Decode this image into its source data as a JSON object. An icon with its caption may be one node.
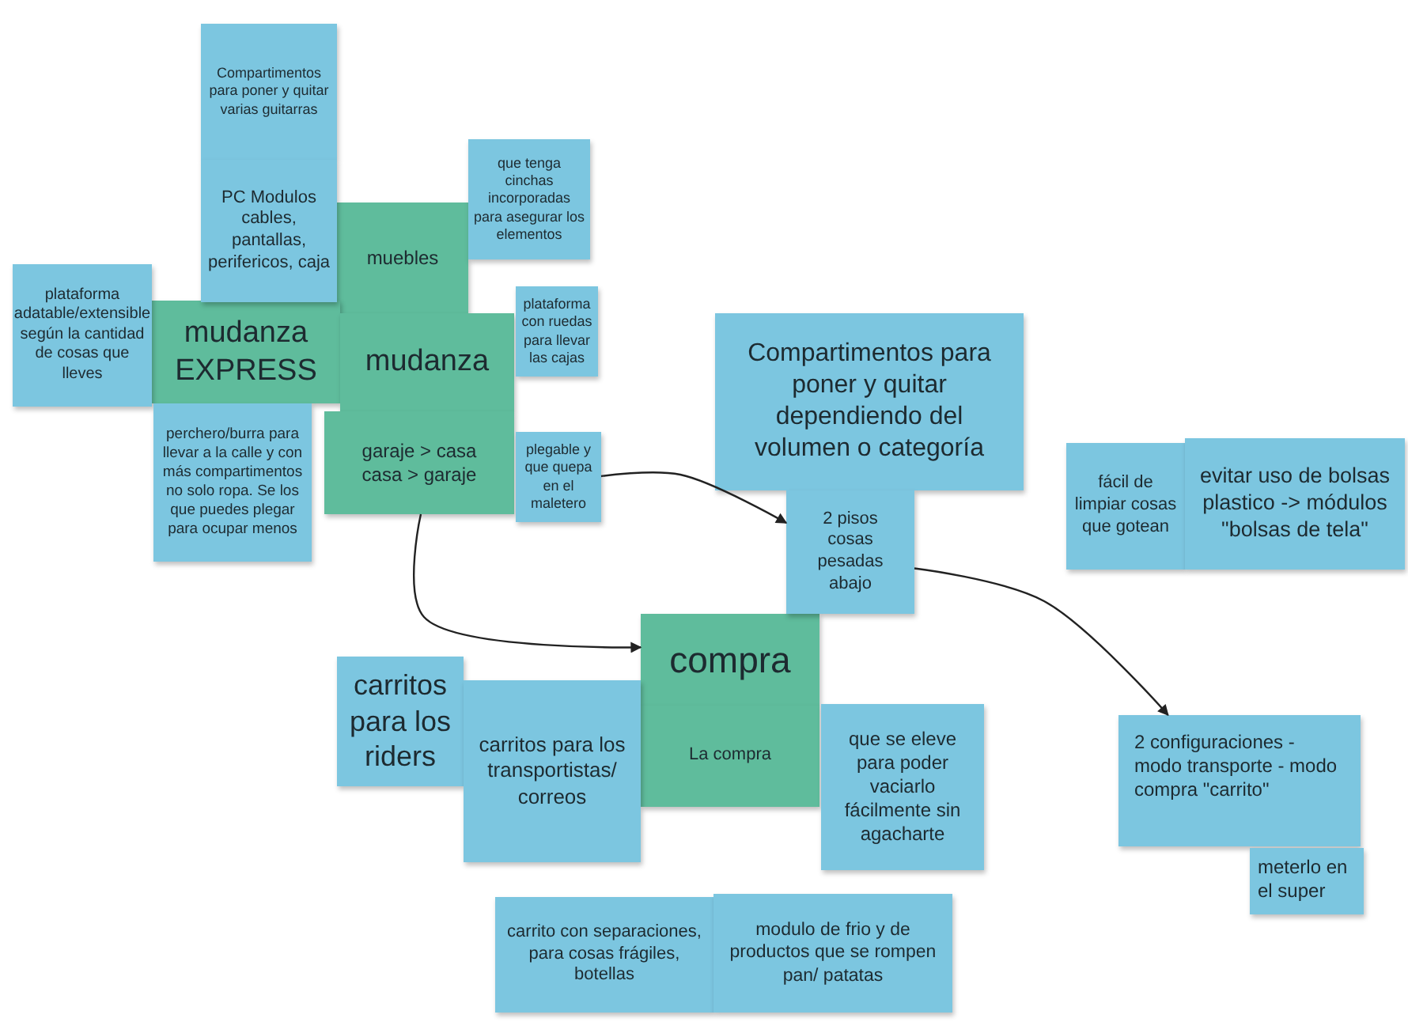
{
  "diagram": {
    "nodes": [
      {
        "text": [
          "Compartimentos para poner y quitar varias guitarras"
        ]
      },
      {
        "text": [
          "que tenga cinchas incorporadas para asegurar los elementos"
        ]
      },
      {
        "text": [
          "PC Modulos cables, pantallas, perifericos, caja"
        ]
      },
      {
        "text": [
          "muebles"
        ]
      },
      {
        "text": [
          "plataforma adatable/extensible según la cantidad de cosas que lleves"
        ]
      },
      {
        "text": [
          "mudanza EXPRESS"
        ]
      },
      {
        "text": [
          "mudanza"
        ]
      },
      {
        "text": [
          "plataforma con ruedas para llevar las cajas"
        ]
      },
      {
        "text": [
          "Compartimentos para poner y quitar dependiendo del volumen o categoría"
        ]
      },
      {
        "text": [
          "garaje > casa casa > garaje"
        ]
      },
      {
        "text": [
          "perchero/burra para llevar a la calle y con más compartimentos no solo ropa. Se los que puedes plegar para ocupar menos"
        ]
      },
      {
        "text": [
          "plegable y que quepa en el maletero"
        ]
      },
      {
        "text": [
          "fácil de limpiar cosas que gotean"
        ]
      },
      {
        "text": [
          "evitar uso de bolsas plastico -> módulos \"bolsas de tela\""
        ]
      },
      {
        "text": [
          "2 pisos cosas pesadas abajo"
        ]
      },
      {
        "text": [
          "compra"
        ]
      },
      {
        "text": [
          "carritos para los riders"
        ]
      },
      {
        "text": [
          "carritos para los transportistas/ correos"
        ]
      },
      {
        "text": [
          "La compra"
        ]
      },
      {
        "text": [
          "que se eleve para poder vaciarlo fácilmente sin agacharte"
        ]
      },
      {
        "text": [
          "2 configuraciones - modo transporte - modo compra \"carrito\""
        ]
      },
      {
        "text": [
          "meterlo en el super"
        ]
      },
      {
        "text": [
          "carrito con separaciones, para cosas frágiles, botellas"
        ]
      },
      {
        "text": [
          "modulo de frio y de productos que se rompen pan/ patatas"
        ]
      }
    ],
    "edges": [
      {
        "from": 11,
        "to": 14,
        "arrow": "to"
      },
      {
        "from": 9,
        "to": 15,
        "arrow": "to"
      },
      {
        "from": 14,
        "to": 20,
        "arrow": "to"
      }
    ]
  }
}
